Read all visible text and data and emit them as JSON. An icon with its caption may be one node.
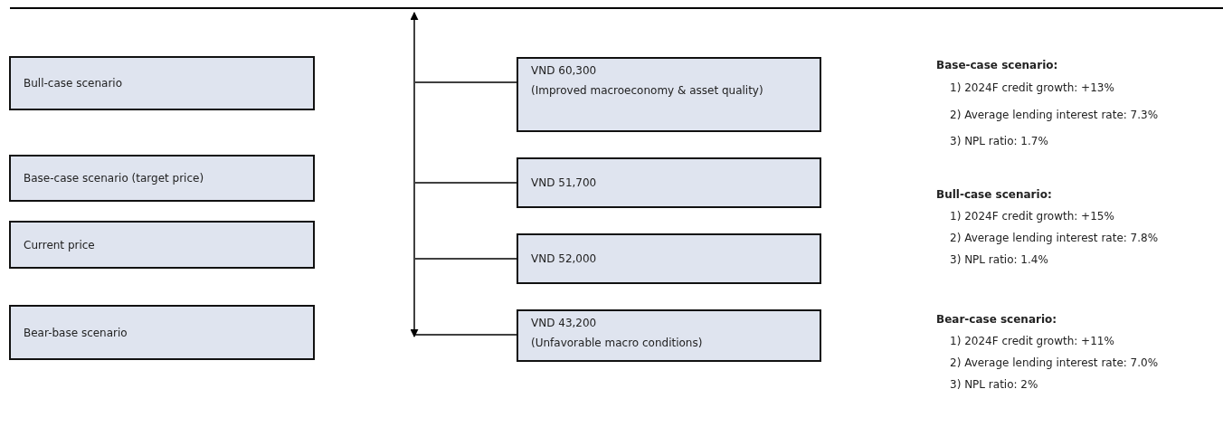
{
  "diagram": {
    "nodes": [
      {
        "text": [
          "Bull-case scenario"
        ]
      },
      {
        "text": [
          "Base-case scenario (target price)"
        ]
      },
      {
        "text": [
          "Current price"
        ]
      },
      {
        "text": [
          "Bear-base scenario"
        ]
      },
      {
        "text": [
          "VND 60,300",
          "(Improved macroeconomy & asset quality)"
        ]
      },
      {
        "text": [
          "VND 51,700"
        ]
      },
      {
        "text": [
          "VND 52,000"
        ]
      },
      {
        "text": [
          "VND 43,200",
          "(Unfavorable macro conditions)"
        ]
      }
    ],
    "edges": [
      {
        "from": null,
        "to": 4,
        "arrow": "none"
      },
      {
        "from": null,
        "to": 5,
        "arrow": "none"
      },
      {
        "from": null,
        "to": 6,
        "arrow": "none"
      },
      {
        "from": null,
        "to": 7,
        "arrow": "none"
      }
    ],
    "labels": [
      "Base-case scenario:",
      "1) 2024F credit growth: +13%",
      "2) Average lending interest rate: 7.3%",
      "3) NPL ratio: 1.7%",
      "Bull-case scenario:",
      "1) 2024F credit growth: +15%",
      "2) Average lending interest rate: 7.8%",
      "3) NPL ratio: 1.4%",
      "Bear-case scenario:",
      "1) 2024F credit growth: +11%",
      "2) Average lending interest rate: 7.0%",
      "3) NPL ratio: 2%"
    ]
  }
}
